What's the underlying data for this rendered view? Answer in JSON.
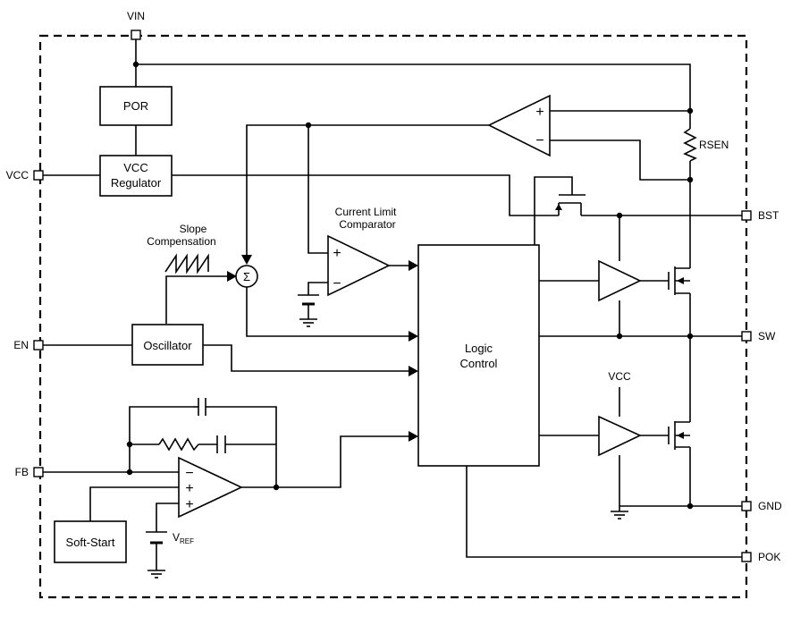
{
  "pins": {
    "vin": "VIN",
    "vcc": "VCC",
    "en": "EN",
    "fb": "FB",
    "bst": "BST",
    "sw": "SW",
    "gnd": "GND",
    "pok": "POK"
  },
  "blocks": {
    "por": "POR",
    "vcc_regulator_line1": "VCC",
    "vcc_regulator_line2": "Regulator",
    "oscillator": "Oscillator",
    "soft_start": "Soft-Start",
    "logic_line1": "Logic",
    "logic_line2": "Control"
  },
  "labels": {
    "rsen": "RSEN",
    "current_limit_line1": "Current Limit",
    "current_limit_line2": "Comparator",
    "slope_line1": "Slope",
    "slope_line2": "Compensation",
    "vcc_internal": "VCC",
    "vref_main": "V",
    "vref_sub": "REF",
    "sigma": "Σ",
    "plus": "+",
    "minus": "−"
  }
}
